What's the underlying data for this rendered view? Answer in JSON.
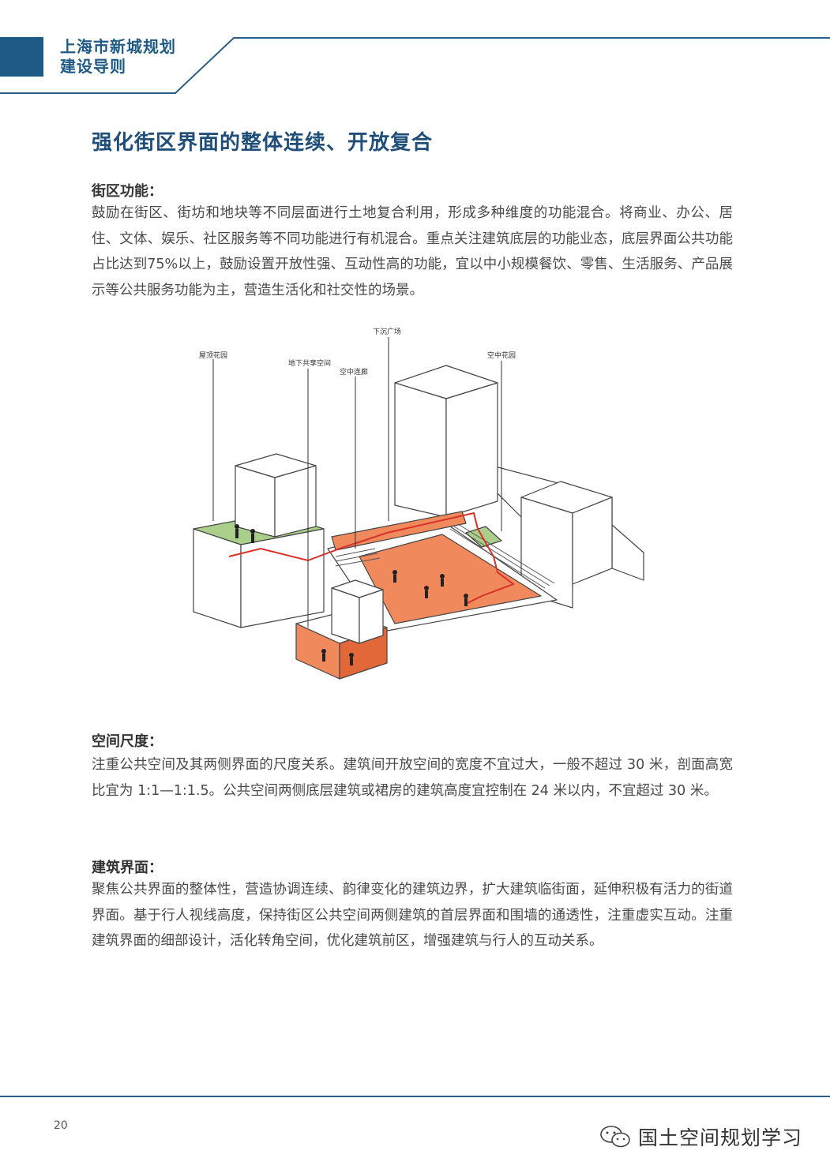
{
  "header": {
    "title_line1": "上海市新城规划",
    "title_line2": "建设导则"
  },
  "section_title": "强化街区界面的整体连续、开放复合",
  "sections": [
    {
      "heading": "街区功能：",
      "body": "鼓励在街区、街坊和地块等不同层面进行土地复合利用，形成多种维度的功能混合。将商业、办公、居住、文体、娱乐、社区服务等不同功能进行有机混合。重点关注建筑底层的功能业态，底层界面公共功能占比达到75%以上，鼓励设置开放性强、互动性高的功能，宜以中小规模餐饮、零售、生活服务、产品展示等公共服务功能为主，营造生活化和社交性的场景。"
    },
    {
      "heading": "空间尺度：",
      "body": "注重公共空间及其两侧界面的尺度关系。建筑间开放空间的宽度不宜过大，一般不超过 30 米，剖面高宽比宜为 1:1—1:1.5。公共空间两侧底层建筑或裙房的建筑高度宜控制在 24 米以内，不宜超过 30 米。"
    },
    {
      "heading": "建筑界面：",
      "body": "聚焦公共界面的整体性，营造协调连续、韵律变化的建筑边界，扩大建筑临街面，延伸积极有活力的街道界面。基于行人视线高度，保持街区公共空间两侧建筑的首层界面和围墙的通透性，注重虚实互动。注重建筑界面的细部设计，活化转角空间，优化建筑前区，增强建筑与行人的互动关系。"
    }
  ],
  "figure": {
    "labels": {
      "rooftop_garden": "屋顶花园",
      "underground_space": "地下共享空间",
      "sky_corridor": "空中连廊",
      "sunken_plaza": "下沉广场",
      "sky_garden": "空中花园"
    },
    "colors": {
      "plaza": "#f08a5d",
      "plaza_dark": "#e2683a",
      "green": "#a9cf8a",
      "route": "#d7322a",
      "outline": "#444444"
    }
  },
  "footer": {
    "page_number": "20",
    "watermark": "国土空间规划学习"
  },
  "colors": {
    "header_blue": "#1f5a85",
    "title_blue": "#1f4e78",
    "footer_line": "#2d5e86"
  }
}
